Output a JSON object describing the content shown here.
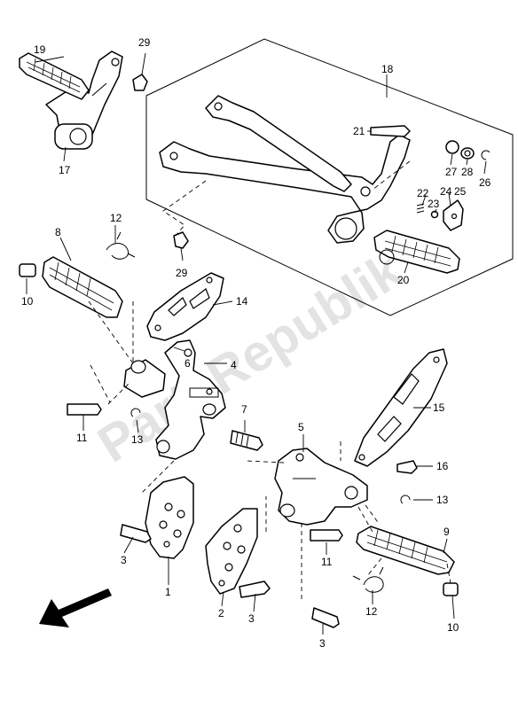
{
  "watermark": "PartsRepublik",
  "callouts": {
    "c1": "1",
    "c2": "2",
    "c3a": "3",
    "c3b": "3",
    "c3c": "3",
    "c4": "4",
    "c5": "5",
    "c6": "6",
    "c7": "7",
    "c8": "8",
    "c9": "9",
    "c10a": "10",
    "c10b": "10",
    "c11a": "11",
    "c11b": "11",
    "c12a": "12",
    "c12b": "12",
    "c13a": "13",
    "c13b": "13",
    "c14": "14",
    "c15": "15",
    "c16": "16",
    "c17": "17",
    "c18": "18",
    "c19": "19",
    "c20": "20",
    "c21": "21",
    "c22": "22",
    "c23": "23",
    "c24": "24",
    "c25": "25",
    "c26": "26",
    "c27": "27",
    "c28": "28",
    "c29a": "29",
    "c29b": "29"
  },
  "front_arrow_icon": "arrow-front-icon"
}
